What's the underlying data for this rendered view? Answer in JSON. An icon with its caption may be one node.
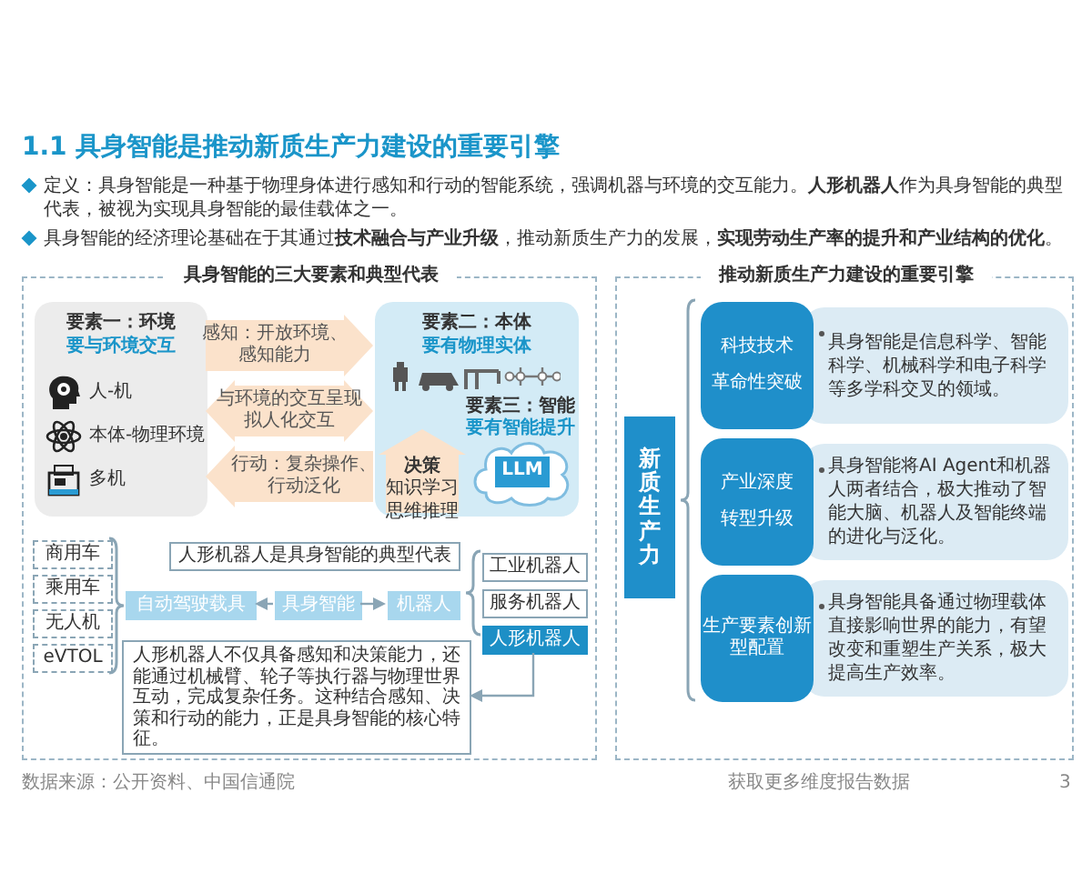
{
  "diagram": {
    "title": "1.1 具身智能是推动新质生产力建设的重要引擎",
    "nodes": [
      {
        "text": [
          "具身智能的三大要素和典型代表"
        ]
      },
      {
        "text": [
          "要素一：环境",
          "要与环境交互",
          "人-机",
          "本体-物理环境",
          "多机"
        ],
        "in": 0
      },
      {
        "text": [
          "要素二：本体",
          "要有物理实体",
          "要素三：智能",
          "要有智能提升"
        ],
        "in": 0
      },
      {
        "text": [
          "决策",
          "知识学习思维推理"
        ],
        "in": 2
      },
      {
        "text": [
          "LLM"
        ],
        "in": 2
      },
      {
        "text": [
          "商用车"
        ],
        "in": 0
      },
      {
        "text": [
          "乘用车"
        ],
        "in": 0
      },
      {
        "text": [
          "无人机"
        ],
        "in": 0
      },
      {
        "text": [
          "eVTOL"
        ],
        "in": 0
      },
      {
        "text": [
          "人形机器人是具身智能的典型代表"
        ],
        "in": 0
      },
      {
        "text": [
          "自动驾驶载具"
        ],
        "in": 0
      },
      {
        "text": [
          "具身智能"
        ],
        "in": 0
      },
      {
        "text": [
          "机器人"
        ],
        "in": 0
      },
      {
        "text": [
          "工业机器人"
        ],
        "in": 0
      },
      {
        "text": [
          "服务机器人"
        ],
        "in": 0
      },
      {
        "text": [
          "人形机器人"
        ],
        "in": 0
      },
      {
        "text": [
          "人形机器人不仅具备感知和决策能力，还能通过机械臂、轮子等执行器与物理世界互动，完成复杂任务。这种结合感知、决策和行动的能力，正是具身智能的核心特征。"
        ],
        "in": 0
      },
      {
        "text": [
          "推动新质生产力建设的重要引擎"
        ]
      },
      {
        "text": [
          "新质生产力"
        ],
        "in": 17
      },
      {
        "text": [
          "科技技术",
          "革命性突破"
        ],
        "in": 17
      },
      {
        "text": [
          "具身智能是信息科学、智能科学、机械科学和电子科学等多学科交叉的领域。"
        ],
        "in": 17
      },
      {
        "text": [
          "产业深度",
          "转型升级"
        ],
        "in": 17
      },
      {
        "text": [
          "具身智能将AI Agent和机器人两者结合，极大推动了智能大脑、机器人及智能终端的进化与泛化。"
        ],
        "in": 17
      },
      {
        "text": [
          "生产要素创新型配置"
        ],
        "in": 17
      },
      {
        "text": [
          "具身智能具备通过物理载体直接影响世界的能力，有望改变和重塑生产关系，极大提高生产效率。"
        ],
        "in": 17
      }
    ],
    "edges": [
      {
        "from": 1,
        "to": 2,
        "arrow": "to",
        "label": "感知：开放环境、感知能力",
        "style": "thick",
        "color": "#fbe2cb"
      },
      {
        "from": 1,
        "to": 2,
        "arrow": "both",
        "label": "与环境的交互呈现拟人化交互",
        "style": "thick",
        "color": "#fbe2cb"
      },
      {
        "from": 2,
        "to": 1,
        "arrow": "to",
        "label": "行动：复杂操作、行动泛化",
        "style": "thick",
        "color": "#fbe2cb"
      },
      {
        "from": 11,
        "to": 10,
        "arrow": "to",
        "color": "#8aa5b5"
      },
      {
        "from": 11,
        "to": 12,
        "arrow": "to",
        "color": "#8aa5b5"
      },
      {
        "from": 15,
        "to": 16,
        "arrow": "to",
        "color": "#8aa5b5"
      }
    ],
    "labels": [
      "定义：具身智能是一种基于物理身体进行感知和行动的智能系统，强调机器与环境的交互能力。**人形机器人**作为具身智能的典型代表，被视为实现具身智能的最佳载体之一。",
      "具身智能的经济理论基础在于其通过**技术融合与产业升级**，推动新质生产力的发展，**实现劳动生产率的提升和产业结构的优化**。",
      "数据来源：公开资料、中国信通院",
      "获取更多维度报告数据",
      "3"
    ]
  }
}
